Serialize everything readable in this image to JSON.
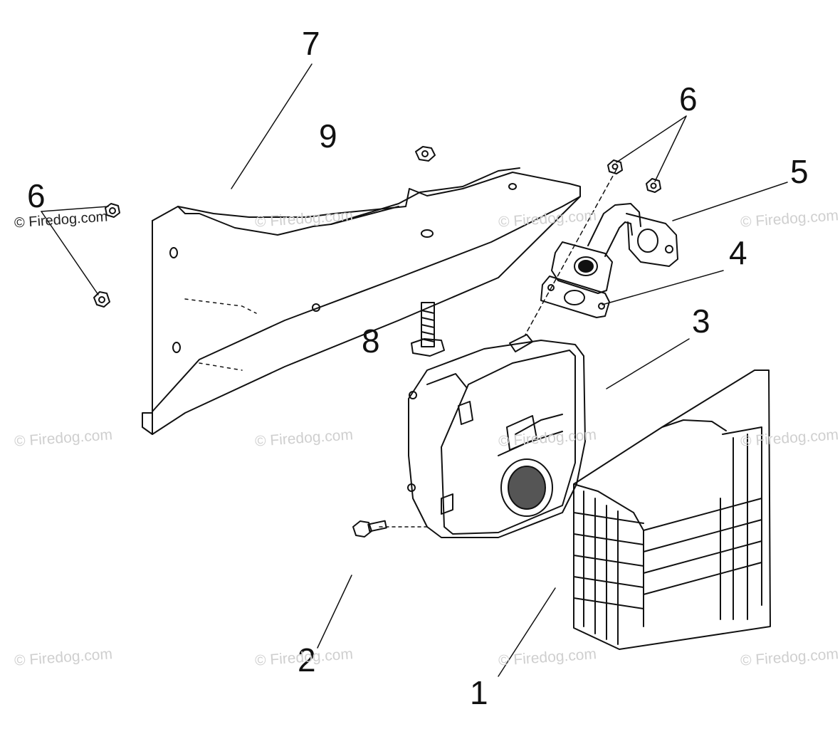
{
  "callouts": {
    "c1": "1",
    "c2": "2",
    "c3": "3",
    "c4": "4",
    "c5": "5",
    "c6a": "6",
    "c6b": "6",
    "c7": "7",
    "c8": "8",
    "c9": "9"
  },
  "watermark": "© Firedog.com",
  "colors": {
    "line": "#111111",
    "watermark": "#cfcfcf",
    "background": "#ffffff"
  }
}
